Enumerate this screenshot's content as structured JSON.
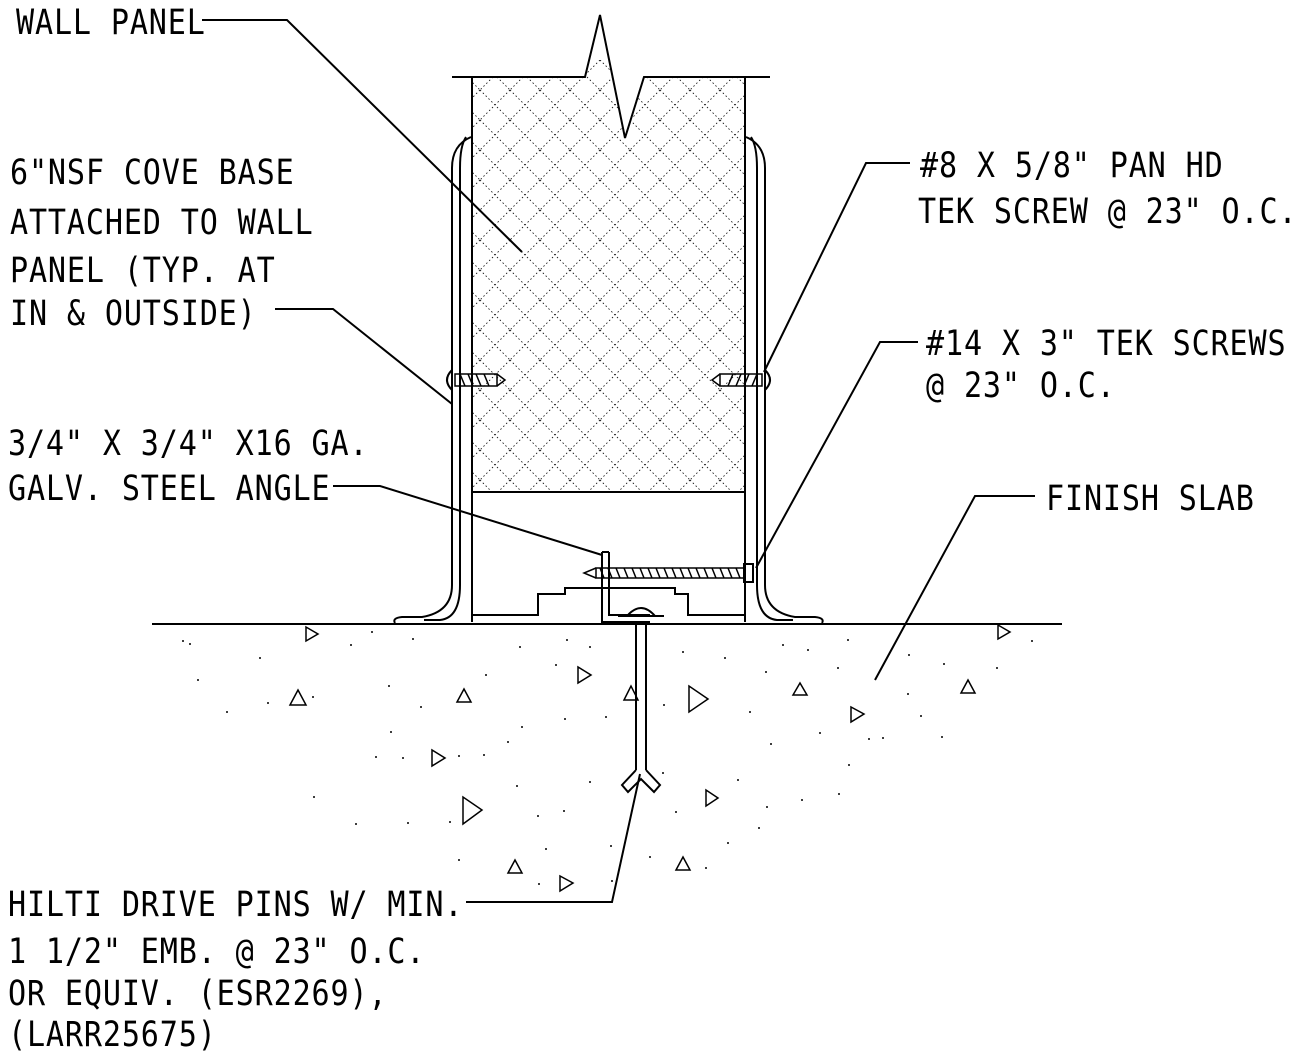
{
  "labels": {
    "wall_panel": [
      "WALL PANEL"
    ],
    "cove_base": [
      "6\"NSF COVE BASE",
      "ATTACHED TO WALL",
      "PANEL (TYP. AT",
      "IN & OUTSIDE)"
    ],
    "angle": [
      "3/4\" X 3/4\" X16 GA.",
      "GALV. STEEL ANGLE"
    ],
    "pan_screw": [
      "#8 X 5/8\" PAN HD",
      "TEK SCREW @ 23\" O.C."
    ],
    "tek_screws": [
      "#14 X 3\" TEK SCREWS",
      "@ 23\" O.C."
    ],
    "finish_slab": [
      "FINISH SLAB"
    ],
    "hilti": [
      "HILTI DRIVE PINS W/ MIN.",
      "1 1/2\" EMB. @ 23\" O.C.",
      "OR EQUIV. (ESR2269),",
      "(LARR25675)"
    ]
  },
  "colors": {
    "line": "#000000",
    "background": "#ffffff"
  }
}
